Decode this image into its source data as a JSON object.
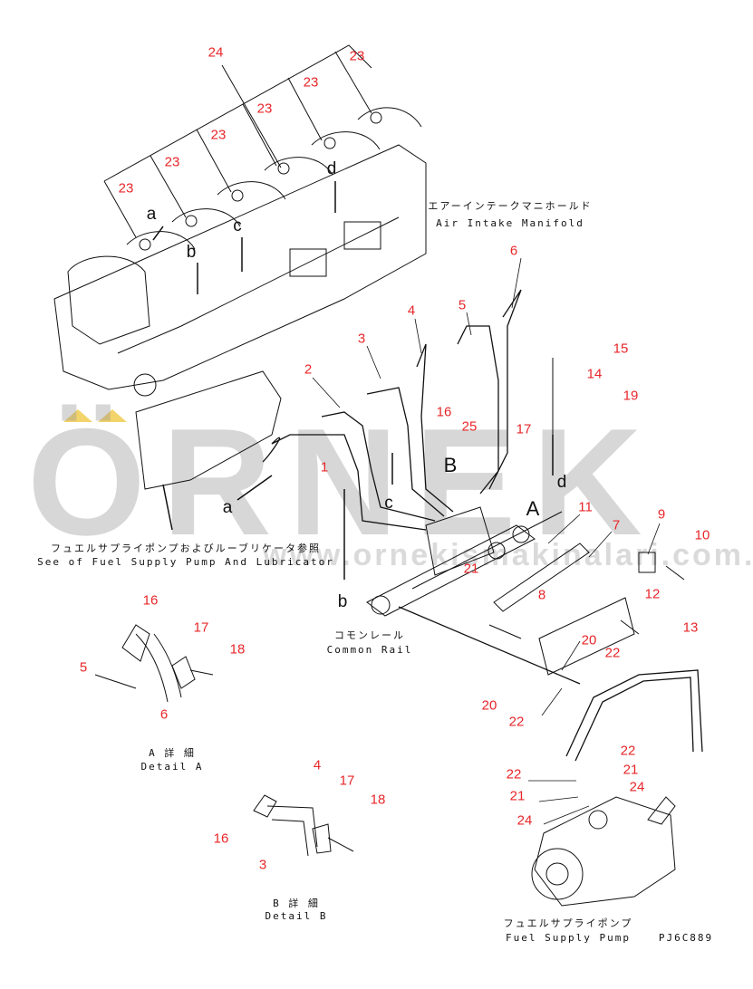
{
  "watermark": {
    "logo": "ÖRNEK",
    "url": "www.ornekismakinalari.com.tr",
    "accent": "#f3d46a"
  },
  "captions": {
    "air_intake_jp": "エアーインテークマニホールド",
    "air_intake_en": "Air Intake Manifold",
    "see_fuel_jp": "フュエルサプライポンプおよびルーブリケータ参照",
    "see_fuel_en": "See of Fuel Supply Pump And Lubricator",
    "common_rail_jp": "コモンレール",
    "common_rail_en": "Common Rail",
    "detail_a_jp": "A 詳 細",
    "detail_a_en": "Detail A",
    "detail_b_jp": "B 詳 細",
    "detail_b_en": "Detail B",
    "fuel_pump_jp": "フュエルサプライポンプ",
    "fuel_pump_en": "Fuel Supply Pump",
    "drawing_code": "PJ6C889"
  },
  "callouts": [
    "24",
    "23",
    "23",
    "23",
    "23",
    "23",
    "23",
    "6",
    "5",
    "4",
    "3",
    "2",
    "1",
    "16",
    "25",
    "17",
    "15",
    "14",
    "19",
    "11",
    "7",
    "9",
    "10",
    "21",
    "8",
    "12",
    "13",
    "20",
    "22",
    "20",
    "22",
    "22",
    "21",
    "24",
    "22",
    "21",
    "24",
    "16",
    "17",
    "18",
    "5",
    "6",
    "4",
    "17",
    "18",
    "16",
    "3"
  ],
  "view_letters": [
    "a",
    "b",
    "c",
    "d",
    "c",
    "a",
    "d",
    "b",
    "B",
    "A"
  ],
  "colors": {
    "callout": "#e8262a",
    "line": "#111111"
  }
}
